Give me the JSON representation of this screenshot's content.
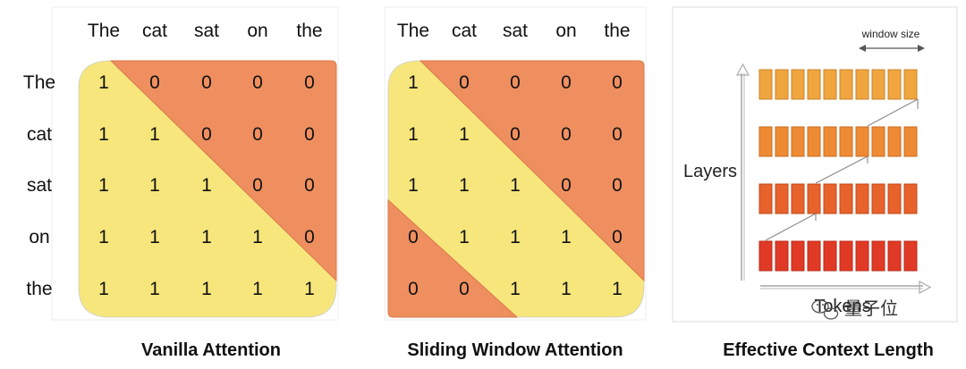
{
  "panels": [
    {
      "caption": "Vanilla Attention",
      "columns": [
        "The",
        "cat",
        "sat",
        "on",
        "the"
      ],
      "rows": [
        "The",
        "cat",
        "sat",
        "on",
        "the"
      ],
      "matrix": [
        [
          "1",
          "0",
          "0",
          "0",
          "0"
        ],
        [
          "1",
          "1",
          "0",
          "0",
          "0"
        ],
        [
          "1",
          "1",
          "1",
          "0",
          "0"
        ],
        [
          "1",
          "1",
          "1",
          "1",
          "0"
        ],
        [
          "1",
          "1",
          "1",
          "1",
          "1"
        ]
      ]
    },
    {
      "caption": "Sliding Window Attention",
      "columns": [
        "The",
        "cat",
        "sat",
        "on",
        "the"
      ],
      "matrix": [
        [
          "1",
          "0",
          "0",
          "0",
          "0"
        ],
        [
          "1",
          "1",
          "0",
          "0",
          "0"
        ],
        [
          "1",
          "1",
          "1",
          "0",
          "0"
        ],
        [
          "0",
          "1",
          "1",
          "1",
          "0"
        ],
        [
          "0",
          "0",
          "1",
          "1",
          "1"
        ]
      ]
    },
    {
      "caption": "Effective Context Length",
      "window_label": "window size",
      "y_label": "Layers",
      "x_label": "Tokens",
      "layer_colors": [
        "#f0a53e",
        "#ee8a33",
        "#e8622c",
        "#e03a26"
      ]
    }
  ],
  "colors": {
    "attend": "#f7e67c",
    "masked": "#ef8f5f",
    "masked_border": "#d97a4a"
  },
  "watermark": "量子位"
}
